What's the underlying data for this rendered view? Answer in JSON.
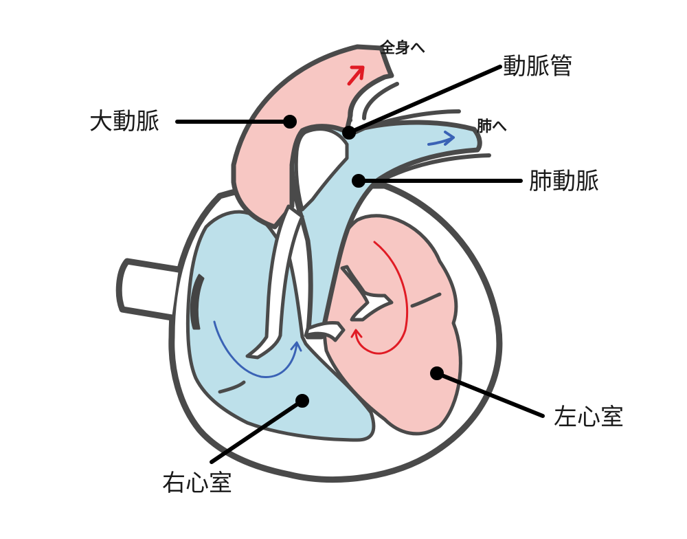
{
  "labels": {
    "aorta": "大動脈",
    "ductus_arteriosus": "動脈管",
    "pulmonary_artery": "肺動脈",
    "left_ventricle": "左心室",
    "right_ventricle": "右心室",
    "to_body": "全身へ",
    "to_lungs": "肺へ"
  },
  "colors": {
    "outline": "#4a4a4a",
    "oxygenated": "#f7c7c3",
    "deoxygenated": "#bde0ea",
    "arrow_red": "#e01b24",
    "arrow_blue": "#3a62b5",
    "leader": "#000000"
  }
}
